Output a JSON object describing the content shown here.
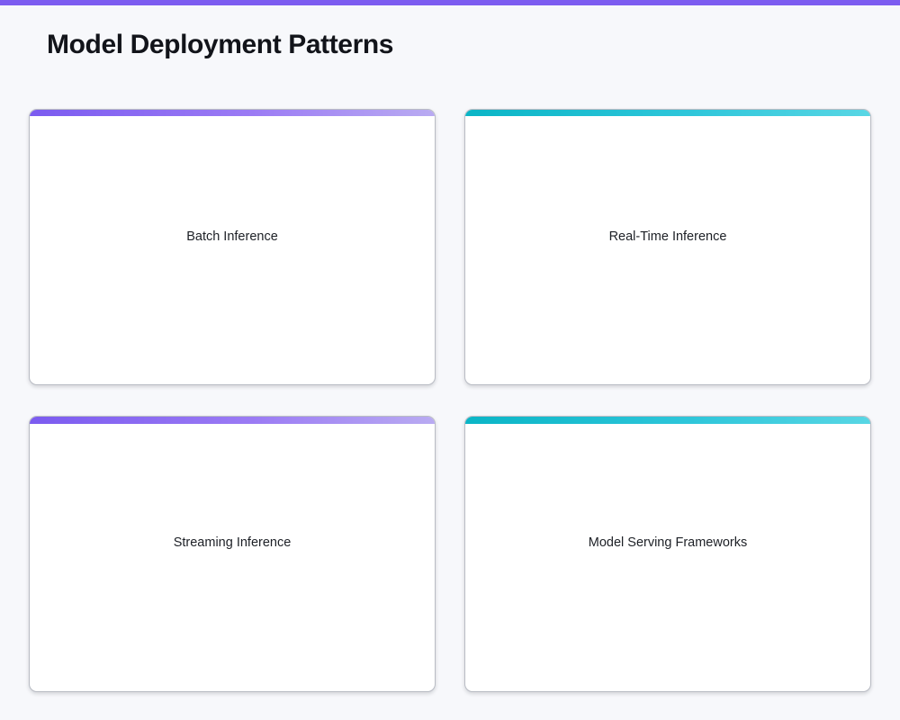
{
  "page": {
    "title": "Model Deployment Patterns",
    "background_color": "#f7f8fb",
    "top_strip_color": "#7c5cf0"
  },
  "accents": {
    "purple_from": "#7b5bf0",
    "purple_to": "#b9abf2",
    "teal_from": "#0ab5c6",
    "teal_to": "#58d6e4"
  },
  "cards": [
    {
      "label": "Batch Inference",
      "accent": "purple"
    },
    {
      "label": "Real-Time Inference",
      "accent": "teal"
    },
    {
      "label": "Streaming Inference",
      "accent": "purple"
    },
    {
      "label": "Model Serving Frameworks",
      "accent": "teal"
    }
  ]
}
